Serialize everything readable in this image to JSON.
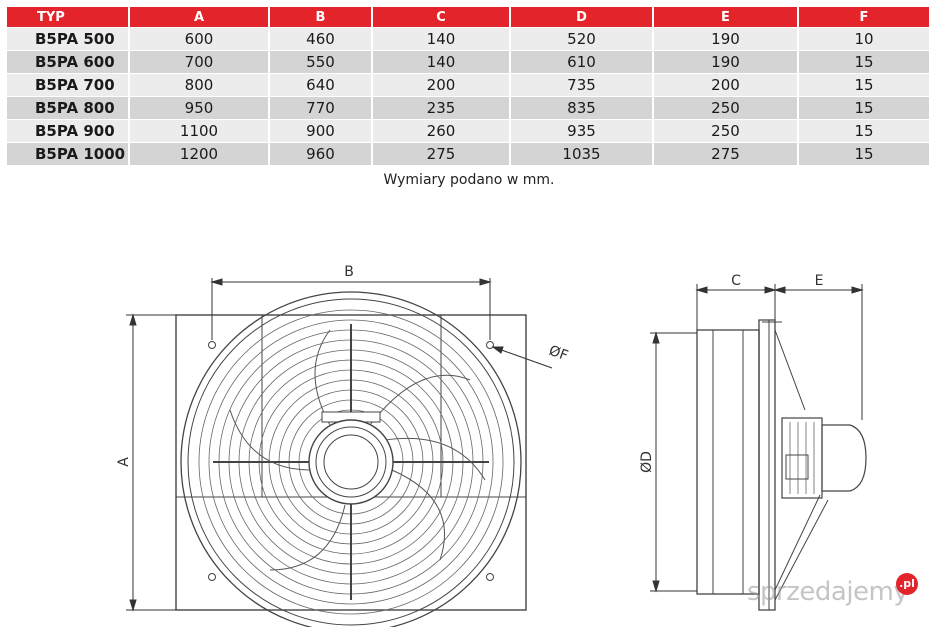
{
  "table": {
    "headers": [
      "TYP",
      "A",
      "B",
      "C",
      "D",
      "E",
      "F"
    ],
    "rows": [
      [
        "B5PA 500",
        "600",
        "460",
        "140",
        "520",
        "190",
        "10"
      ],
      [
        "B5PA 600",
        "700",
        "550",
        "140",
        "610",
        "190",
        "15"
      ],
      [
        "B5PA 700",
        "800",
        "640",
        "200",
        "735",
        "200",
        "15"
      ],
      [
        "B5PA 800",
        "950",
        "770",
        "235",
        "835",
        "250",
        "15"
      ],
      [
        "B5PA 900",
        "1100",
        "900",
        "260",
        "935",
        "250",
        "15"
      ],
      [
        "B5PA 1000",
        "1200",
        "960",
        "275",
        "1035",
        "275",
        "15"
      ]
    ]
  },
  "note": "Wymiary podano w mm.",
  "drawing": {
    "label_a": "A",
    "label_b": "B",
    "label_c": "C",
    "label_d": "ØD",
    "label_e": "E",
    "label_f": "ØF"
  },
  "watermark": {
    "text": "sprzedajemy",
    "badge": ".pl"
  },
  "colors": {
    "header_red": "#e3242b",
    "row_light": "#ececec",
    "row_dark": "#d4d4d4"
  }
}
